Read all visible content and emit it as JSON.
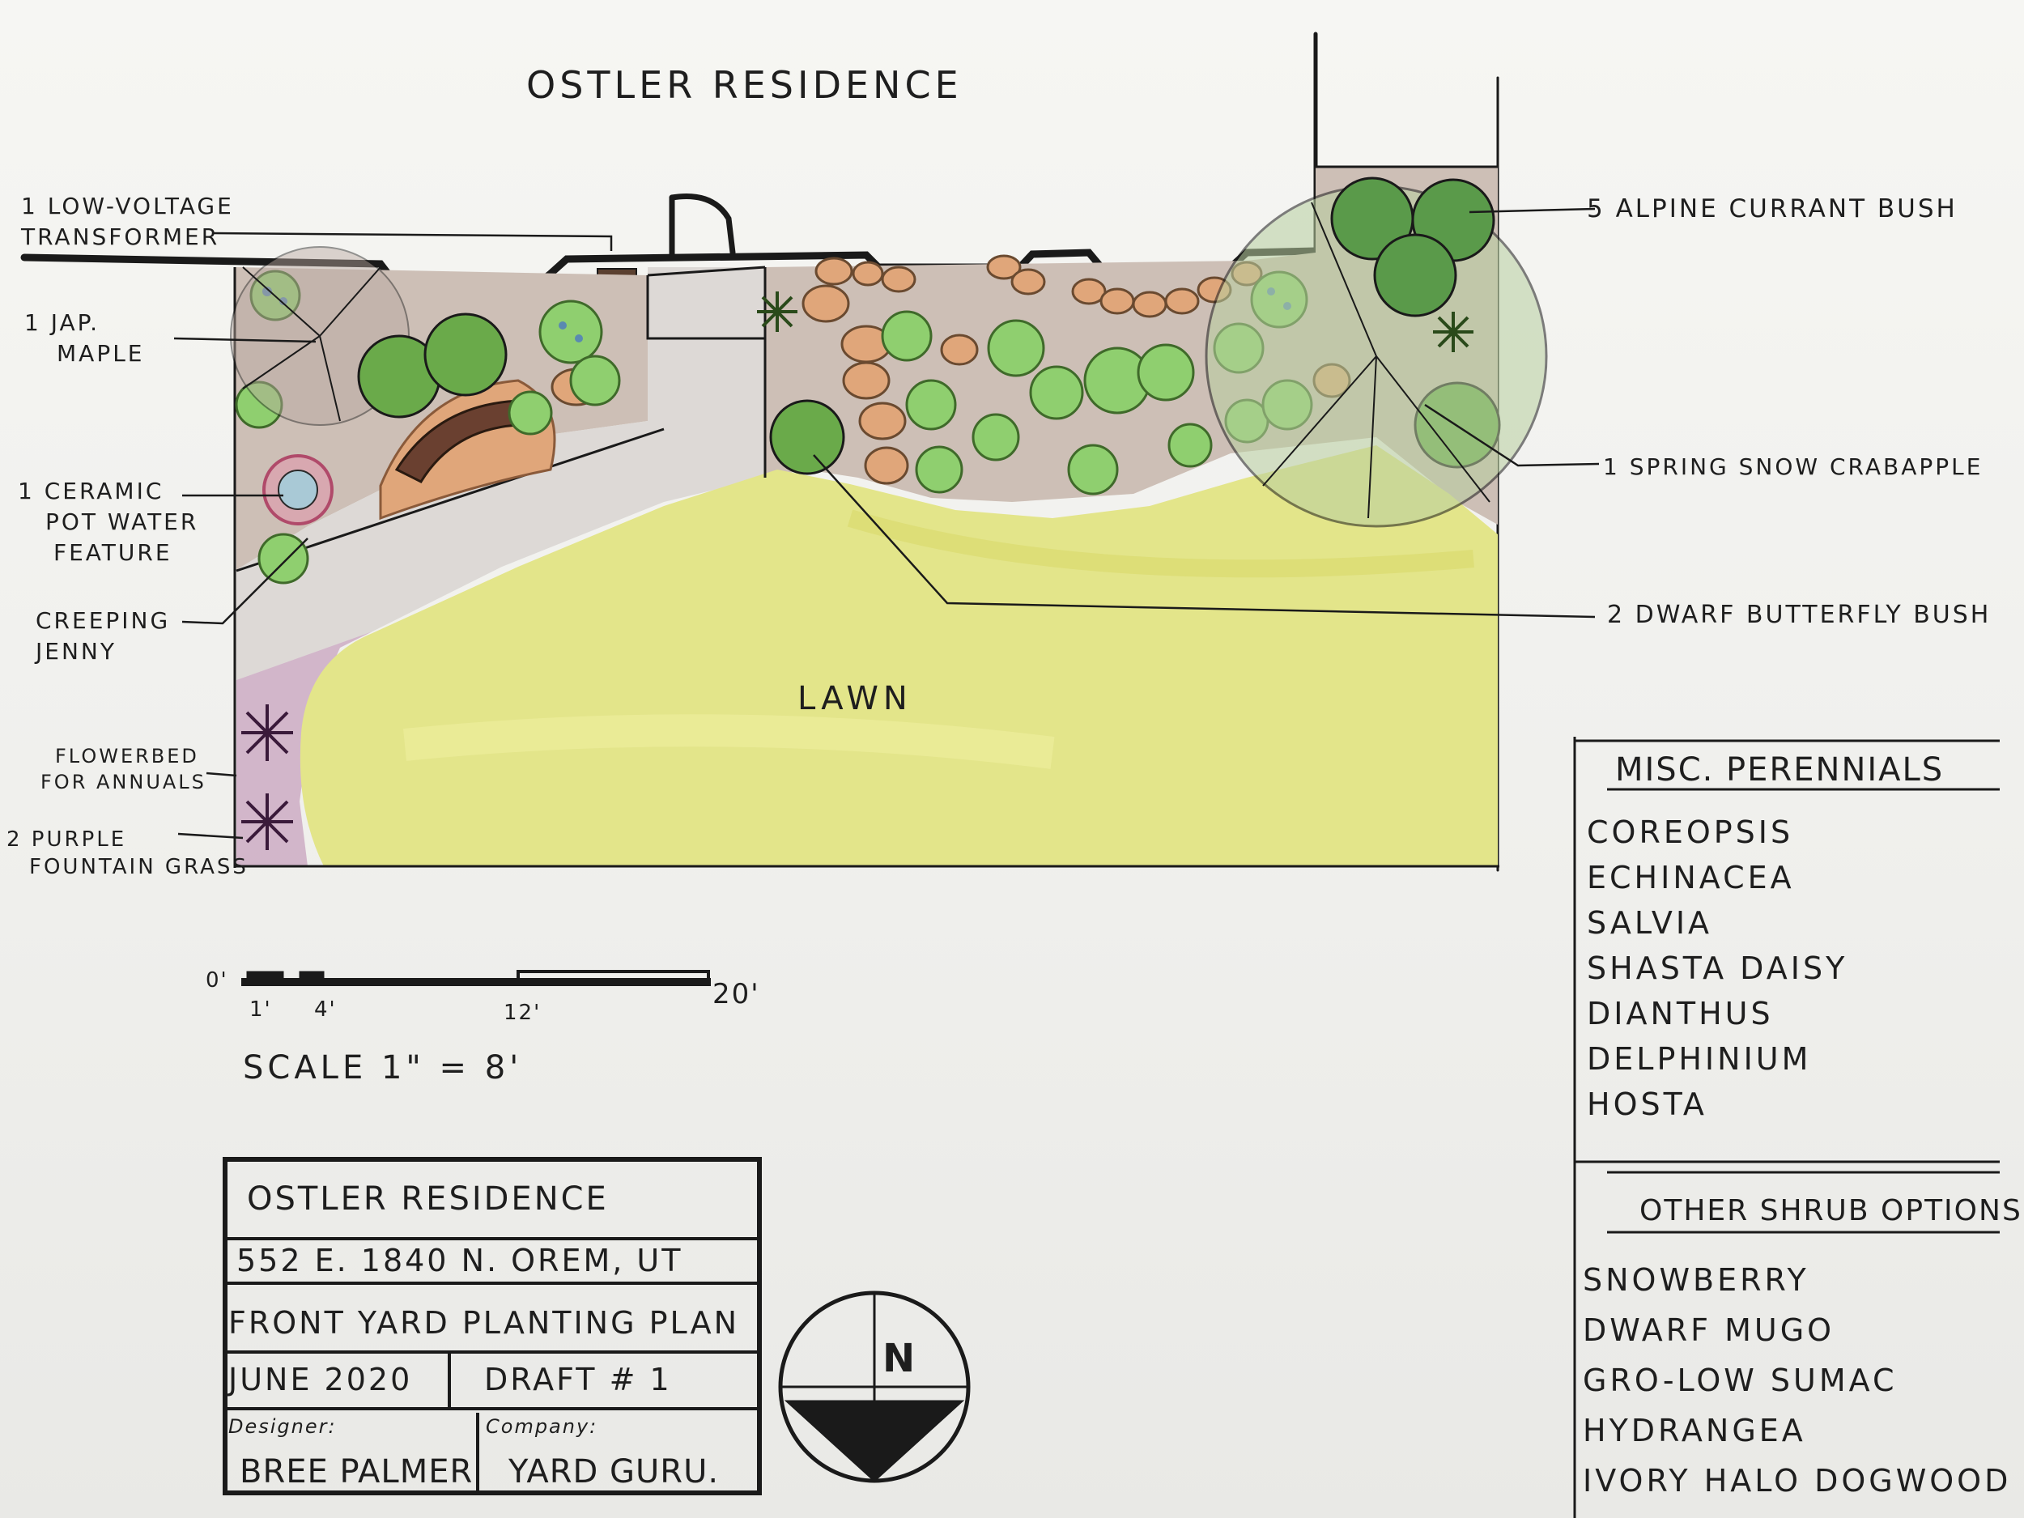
{
  "title": "OSTLER RESIDENCE",
  "labels": {
    "transformer": [
      "1 LOW-VOLTAGE",
      "TRANSFORMER"
    ],
    "maple": [
      "1 JAP.",
      "MAPLE"
    ],
    "water_feature": [
      "1 CERAMIC",
      "POT WATER",
      "FEATURE"
    ],
    "creeping_jenny": [
      "CREEPING",
      "JENNY"
    ],
    "flowerbed": [
      "FLOWERBED",
      "FOR ANNUALS"
    ],
    "fountain_grass": [
      "2 PURPLE",
      "FOUNTAIN GRASS"
    ],
    "currant": "5 ALPINE CURRANT BUSH",
    "crabapple": "1 SPRING SNOW CRABAPPLE",
    "butterfly": "2 DWARF BUTTERFLY BUSH",
    "lawn": "LAWN"
  },
  "scale": {
    "ticks": [
      "0'",
      "1'",
      "4'",
      "12'",
      "20'"
    ],
    "text": "SCALE 1\" = 8'"
  },
  "perennials": {
    "heading": "MISC. PERENNIALS",
    "items": [
      "COREOPSIS",
      "ECHINACEA",
      "SALVIA",
      "SHASTA DAISY",
      "DIANTHUS",
      "DELPHINIUM",
      "HOSTA"
    ]
  },
  "shrubs": {
    "heading": "OTHER SHRUB OPTIONS",
    "items": [
      "SNOWBERRY",
      "DWARF MUGO",
      "GRO-LOW SUMAC",
      "HYDRANGEA",
      "IVORY HALO DOGWOOD"
    ]
  },
  "title_block": {
    "project": "OSTLER RESIDENCE",
    "address": "552 E. 1840 N. OREM, UT",
    "plan": "FRONT YARD PLANTING PLAN",
    "date": "JUNE 2020",
    "draft": "DRAFT # 1",
    "designer_label": "Designer:",
    "designer": "BREE PALMER",
    "company_label": "Company:",
    "company": "YARD GURU."
  },
  "north": "N",
  "colors": {
    "lawn": "#e3e58a",
    "bed": "#cdbfb6",
    "shrub": "#8fcf6f",
    "tree": "#5a9a4a",
    "boulder": "#e0a67a",
    "ink": "#1a1a1a"
  }
}
